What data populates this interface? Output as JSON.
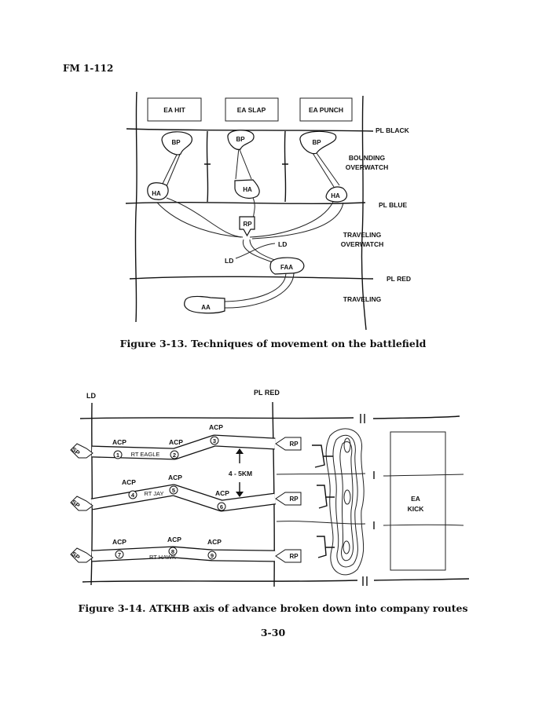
{
  "header": {
    "doc_id": "FM 1-112"
  },
  "figure_13": {
    "caption": "Figure 3-13.  Techniques of movement on the battlefield",
    "engagement_areas": [
      "EA  HIT",
      "EA  SLAP",
      "EA   PUNCH"
    ],
    "phase_lines": [
      "PL  BLACK",
      "PL  BLUE",
      "PL  RED"
    ],
    "zones": {
      "bounding_1": "BOUNDING",
      "bounding_2": "OVERWATCH",
      "traveling_ow_1": "TRAVELING",
      "traveling_ow_2": "OVERWATCH",
      "traveling": "TRAVELING"
    },
    "battle_position": "BP",
    "holding_area": "HA",
    "release_point": "RP",
    "line_of_departure": "LD",
    "forward_assembly_area": "FAA",
    "assembly_area": "AA"
  },
  "figure_14": {
    "caption": "Figure 3-14.  ATKHB axis of advance broken down into company routes",
    "line_of_departure": "LD",
    "phase_line": "PL  RED",
    "start_point": "SP",
    "release_point": "RP",
    "checkpoint_label": "ACP",
    "routes": [
      {
        "name": "RT  EAGLE",
        "checkpoints": [
          "1",
          "2",
          "3"
        ]
      },
      {
        "name": "RT  JAY",
        "checkpoints": [
          "4",
          "5",
          "6"
        ]
      },
      {
        "name": "RT  HAWK",
        "checkpoints": [
          "7",
          "8",
          "9"
        ]
      }
    ],
    "spacing": "4 - 5KM",
    "engagement_area": {
      "line1": "EA",
      "line2": "KICK"
    }
  },
  "footer": {
    "page_number": "3-30"
  }
}
